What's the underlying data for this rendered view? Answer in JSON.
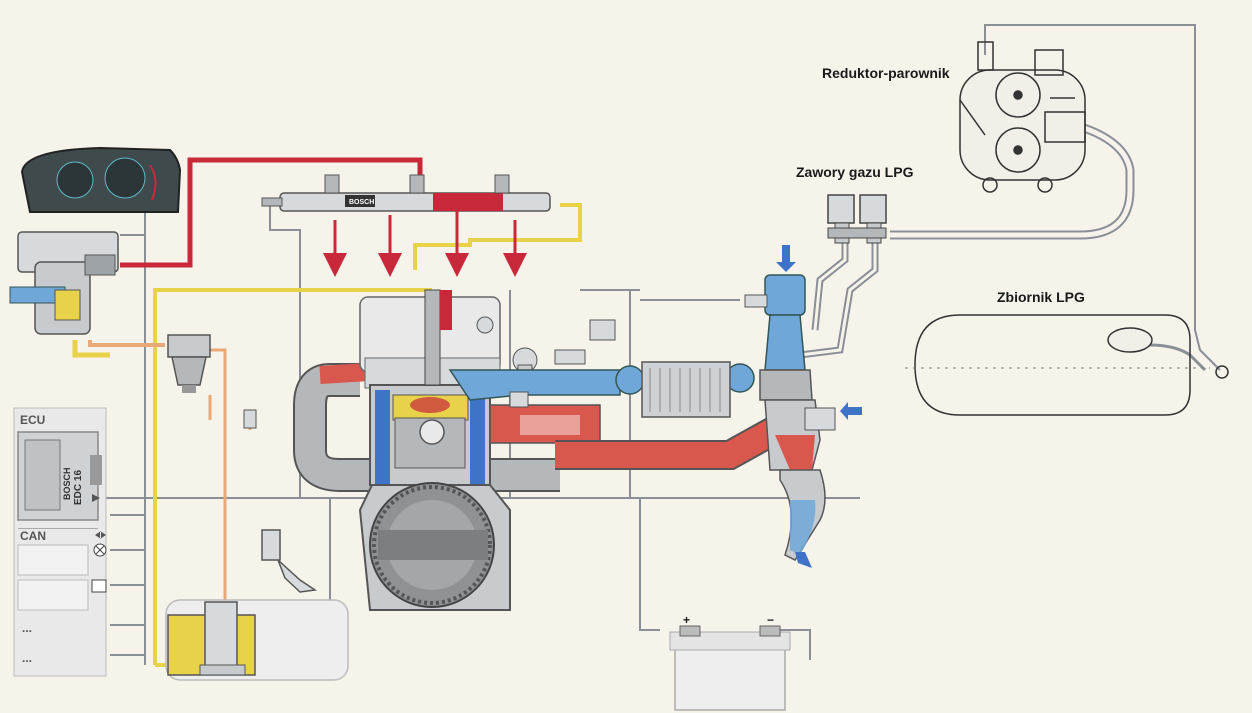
{
  "labels": {
    "reduktor": "Reduktor-parownik",
    "zawory": "Zawory gazu LPG",
    "zbiornik": "Zbiornik LPG",
    "ecu": "ECU",
    "bosch": "BOSCH",
    "edc": "EDC 16",
    "can": "CAN",
    "rail_brand": "BOSCH",
    "dots1": "...",
    "dots2": "...",
    "plus": "+",
    "minus": "−"
  },
  "colors": {
    "high_pressure_fuel": "#c8283a",
    "low_pressure_fuel": "#e8d24a",
    "return_fuel": "#e8a878",
    "intake_air": "#6fa8d8",
    "exhaust": "#d9584e",
    "wiring": "#8a8f97",
    "lpg_line": "#8a8f97"
  },
  "icons": [
    "arrow-down-icon",
    "arrow-left-icon",
    "x-indicator-icon",
    "gauge-cluster-icon"
  ]
}
